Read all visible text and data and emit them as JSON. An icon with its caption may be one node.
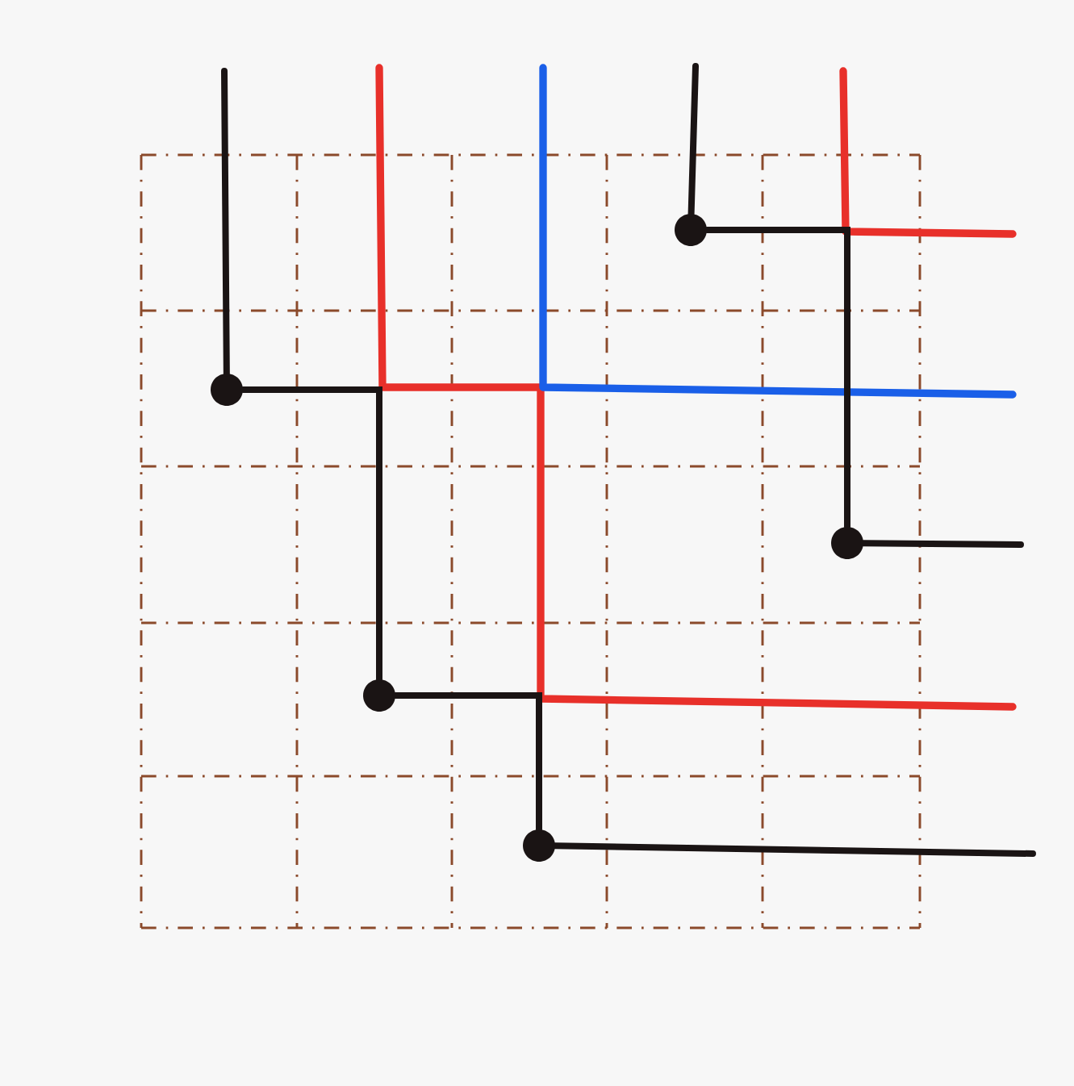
{
  "diagram": {
    "nodes": [
      {
        "text": [],
        "shape": "circle"
      },
      {
        "text": [],
        "shape": "circle"
      },
      {
        "text": [],
        "shape": "circle"
      },
      {
        "text": [],
        "shape": "circle"
      },
      {
        "text": [],
        "shape": "circle"
      }
    ],
    "edges": [
      {
        "from": null,
        "to": 0,
        "arrow": "none"
      },
      {
        "from": 0,
        "to": 2,
        "arrow": "none"
      },
      {
        "from": 2,
        "to": 4,
        "arrow": "none"
      },
      {
        "from": 4,
        "to": null,
        "arrow": "none"
      },
      {
        "from": null,
        "to": 1,
        "arrow": "none"
      },
      {
        "from": 1,
        "to": 3,
        "arrow": "none"
      },
      {
        "from": 3,
        "to": null,
        "arrow": "none"
      }
    ]
  }
}
